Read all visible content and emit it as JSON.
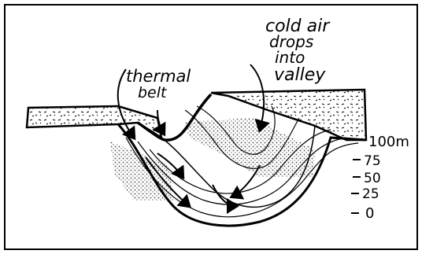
{
  "annotations": {
    "thermal_belt_line1": "thermal",
    "thermal_belt_line2": "belt",
    "cold_air_line1": "cold air",
    "cold_air_line2": "drops",
    "cold_air_line3": "into",
    "cold_air_line4": "valley"
  },
  "scale": {
    "labels": [
      "100m",
      "75",
      "50",
      "25",
      "0"
    ]
  },
  "colors": {
    "ink": "#000000",
    "background": "#ffffff",
    "stipple": "#555555"
  }
}
